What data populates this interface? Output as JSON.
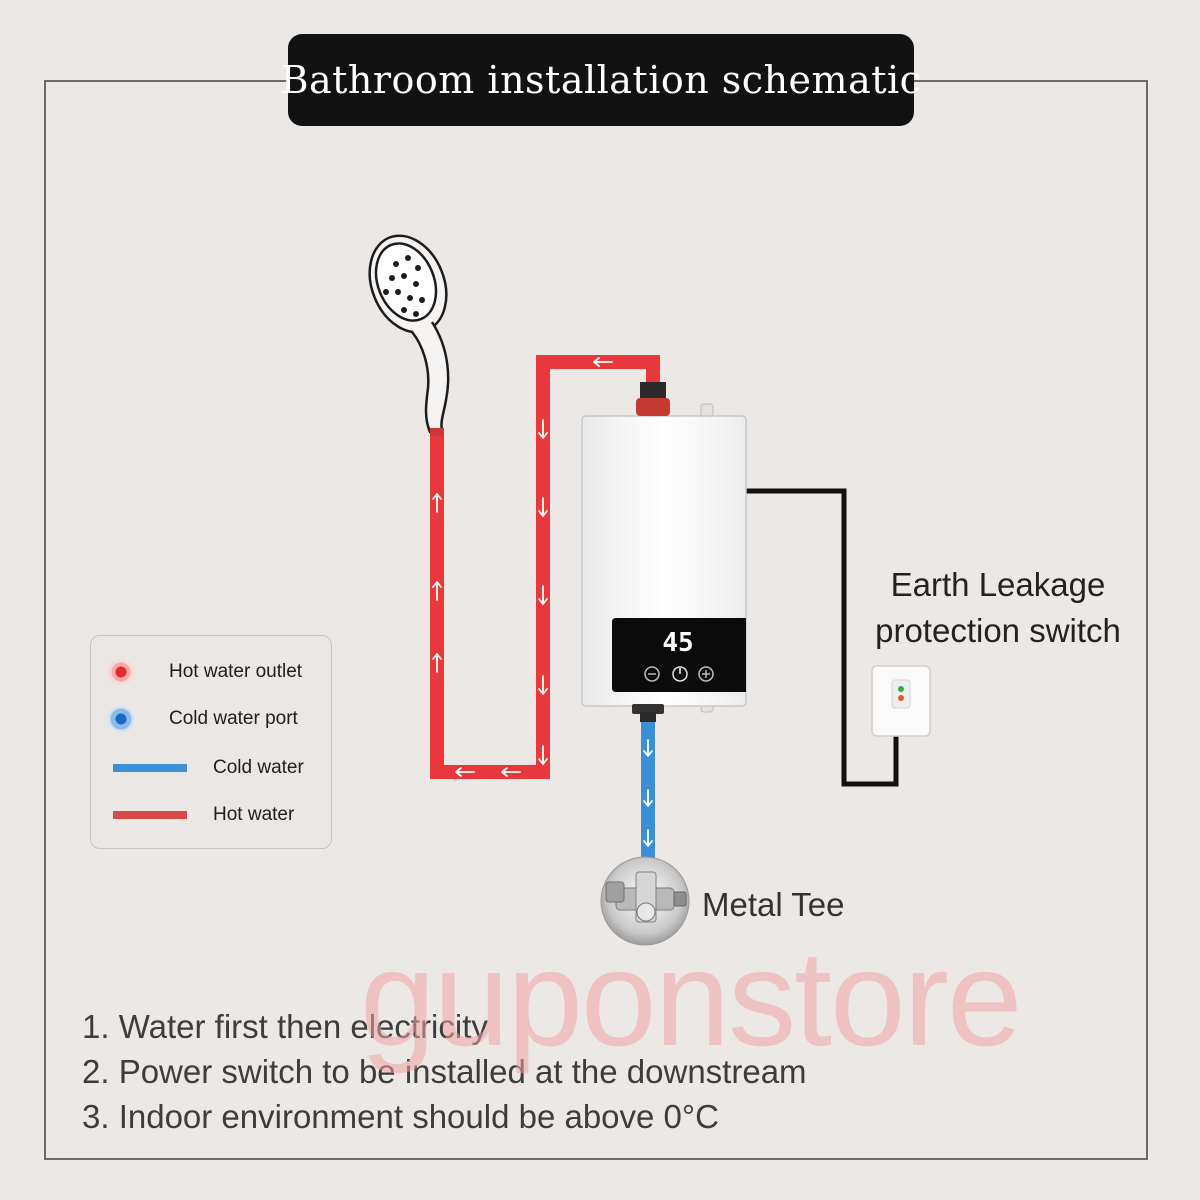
{
  "title": "Bathroom installation schematic",
  "legend": {
    "items": [
      {
        "label": "Hot water outlet",
        "kind": "dot",
        "color": "#e32b2b"
      },
      {
        "label": "Cold water port",
        "kind": "dot",
        "color": "#1a69c8"
      },
      {
        "label": "Cold water",
        "kind": "bar",
        "color": "#3a8fd6"
      },
      {
        "label": "Hot water",
        "kind": "bar",
        "color": "#d94a4a"
      }
    ]
  },
  "heater": {
    "display_value": "45"
  },
  "labels": {
    "earth_line1": "Earth Leakage",
    "earth_line2": "protection switch",
    "metal_tee": "Metal Tee"
  },
  "notes": [
    "1. Water first then electricity",
    "2. Power switch to be installed at the downstream",
    "3. Indoor environment should be above 0°C"
  ],
  "watermark": "guponstore",
  "colors": {
    "hot_pipe": "#e8383c",
    "cold_pipe": "#3a8fd6",
    "cable": "#111111",
    "title_bg": "#121212"
  }
}
